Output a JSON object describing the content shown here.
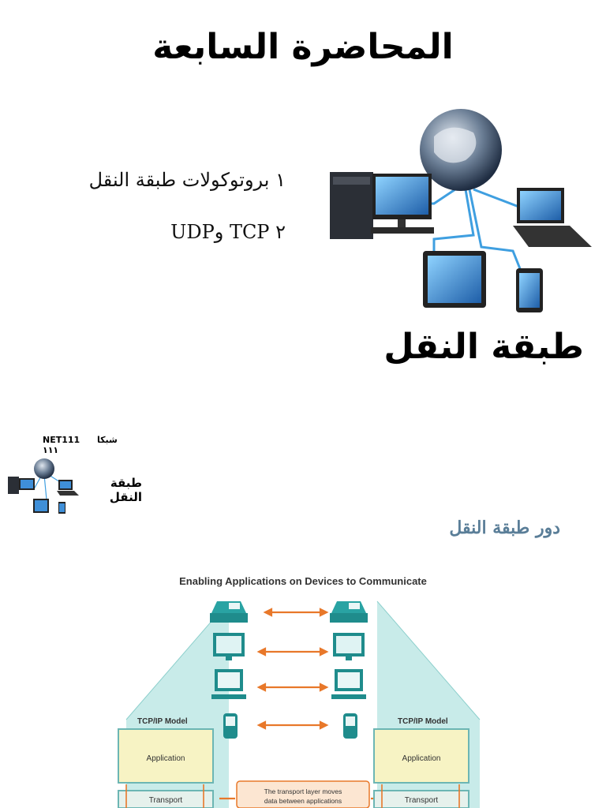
{
  "page": {
    "title": "المحاضرة السابعة",
    "bullets": [
      "١ بروتوكولات طبقة النقل",
      "٢ TCP وUDP"
    ],
    "hero_label": "طبقة النقل",
    "course": {
      "name": "شبكا ١١١",
      "code": "NET111"
    },
    "small_label": "طبقة النقل",
    "section_heading": "دور طبقة النقل"
  },
  "figure": {
    "title": "Enabling Applications on Devices to Communicate",
    "left_model_title": "TCP/IP Model",
    "right_model_title": "TCP/IP Model",
    "layer_application": "Application",
    "layer_transport": "Transport",
    "note_lines": [
      "The transport layer moves",
      "data between applications"
    ]
  },
  "colors": {
    "accent": "#5a7e98",
    "arrow": "#e8782a",
    "teal": "#3aa8a8",
    "layer_fill": "#f7f3c4"
  }
}
